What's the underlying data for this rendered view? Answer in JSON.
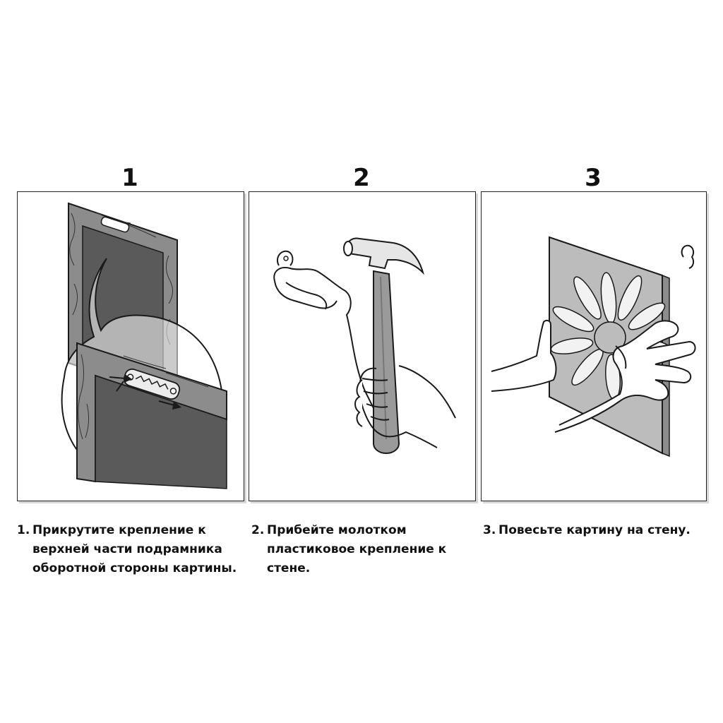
{
  "steps": [
    {
      "number": "1",
      "caption": {
        "index": "1.",
        "lines": [
          "Прикрутите крепление к",
          "верхней части подрамника",
          "оборотной стороны картины."
        ]
      }
    },
    {
      "number": "2",
      "caption": {
        "index": "2.",
        "lines": [
          "Прибейте молотком",
          "пластиковое крепление к",
          "стене."
        ]
      }
    },
    {
      "number": "3",
      "caption": {
        "index": "3.",
        "lines": [
          "Повесьте картину на стену."
        ]
      }
    }
  ],
  "colors": {
    "line": "#1a1a1a",
    "frame_fill": "#8c8c8c",
    "canvas_fill": "#5a5a5a",
    "hammer_handle": "#9a9a9a",
    "picture_fill": "#bcbcbc",
    "petal_fill": "#f2f2f2",
    "panel_shadow": "#d8d8d8"
  },
  "icons": [
    "sawtooth-hanger-icon",
    "wall-hook-icon",
    "hammer-icon",
    "hand-icon",
    "daisy-picture-icon"
  ]
}
